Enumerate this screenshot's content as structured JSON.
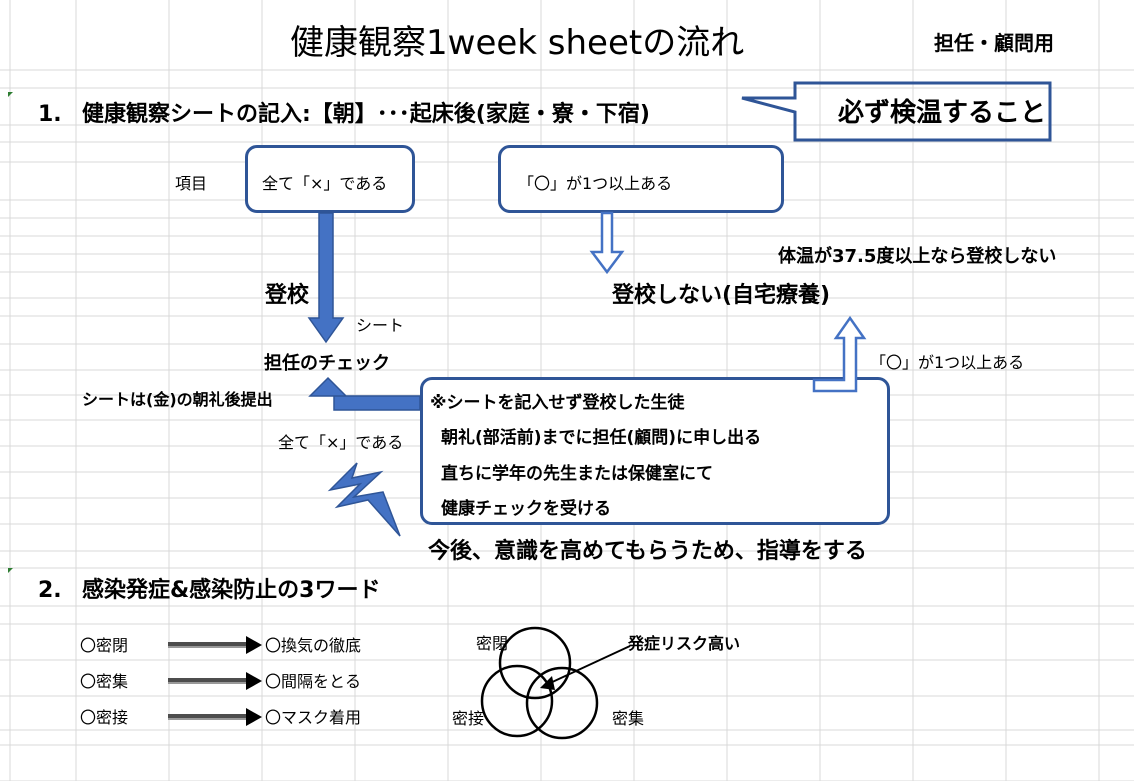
{
  "header": {
    "title": "健康観察1week sheetの流れ",
    "audience": "担任・顧問用"
  },
  "section1": {
    "number": "1.",
    "heading": "健康観察シートの記入:【朝】･･･起床後(家庭・寮・下宿)",
    "callout": "必ず検温すること",
    "item_label": "項目",
    "box_all_x": "全て「×」である",
    "box_any_o": "「〇」が1つ以上ある",
    "fever_rule": "体温が37.5度以上なら登校しない",
    "go_school": "登校",
    "stay_home": "登校しない(自宅療養)",
    "sheet_label": "シート",
    "homeroom_check": "担任のチェック",
    "any_o_again": "「〇」が1つ以上ある",
    "submit_note": "シートは(金)の朝礼後提出",
    "all_x_again": "全て「×」である",
    "notice_lines": [
      "※シートを記入せず登校した生徒",
      "朝礼(部活前)までに担任(顧問)に申し出る",
      "直ちに学年の先生または保健室にて",
      "健康チェックを受ける"
    ],
    "guidance": "今後、意識を高めてもらうため、指導をする"
  },
  "section2": {
    "number": "2.",
    "heading": "感染発症&感染防止の3ワード",
    "pairs": [
      {
        "risk": "〇密閉",
        "prevention": "〇換気の徹底"
      },
      {
        "risk": "〇密集",
        "prevention": "〇間隔をとる"
      },
      {
        "risk": "〇密接",
        "prevention": "〇マスク着用"
      }
    ],
    "venn": {
      "closed": "密閉",
      "contact": "密接",
      "crowded": "密集",
      "risk_label": "発症リスク高い"
    }
  },
  "colors": {
    "grid": "#d9d9d9",
    "box_border": "#2f5597",
    "arrow_fill": "#4472c4",
    "lightning": "#4472c4"
  }
}
